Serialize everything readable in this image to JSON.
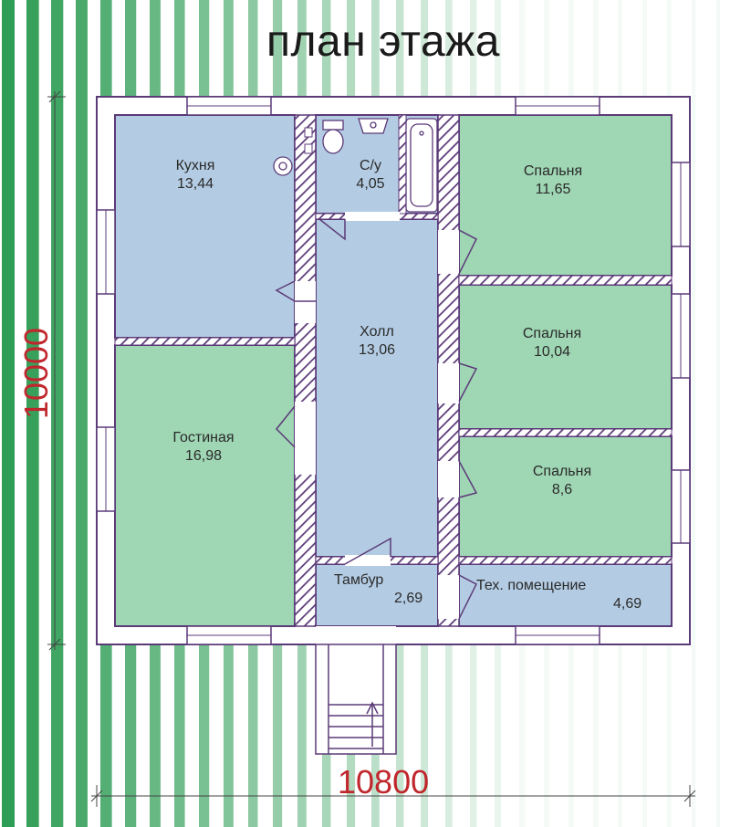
{
  "title": "план этажа",
  "dimensions": {
    "width": "10800",
    "height": "10000"
  },
  "colors": {
    "blue_room": "#b4cce3",
    "green_room": "#9fd6b4",
    "wall": "#5b3a78",
    "dimension_text": "#c0272d",
    "stripe": "#2e9d55"
  },
  "rooms": {
    "kitchen": {
      "name": "Кухня",
      "area": "13,44"
    },
    "wc": {
      "name": "С/у",
      "area": "4,05"
    },
    "bedroom1": {
      "name": "Спальня",
      "area": "11,65"
    },
    "hall": {
      "name": "Холл",
      "area": "13,06"
    },
    "bedroom2": {
      "name": "Спальня",
      "area": "10,04"
    },
    "living": {
      "name": "Гостиная",
      "area": "16,98"
    },
    "bedroom3": {
      "name": "Спальня",
      "area": "8,6"
    },
    "vestibule": {
      "name": "Тамбур",
      "area": "2,69"
    },
    "tech": {
      "name": "Тех. помещение",
      "area": "4,69"
    }
  }
}
